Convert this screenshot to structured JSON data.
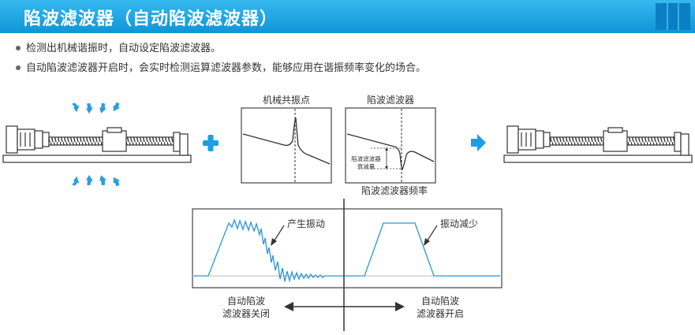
{
  "header": {
    "title": "陷波滤波器（自动陷波滤波器）"
  },
  "bullets": [
    "检测出机械谐振时，自动设定陷波滤波器。",
    "自动陷波滤波器开启时，会实时检测运算滤波器参数，能够应用在谐振频率变化的场合。"
  ],
  "panels": {
    "mechanical_resonance": "机械共振点",
    "notch_filter": "陷波滤波器",
    "attenuation_label_line1": "陷波滤波器",
    "attenuation_label_line2": "衰减量",
    "notch_frequency": "陷波滤波器频率"
  },
  "waveform": {
    "vibration_occurs": "产生振动",
    "vibration_reduced": "振动减少",
    "off_label_line1": "自动陷波",
    "off_label_line2": "滤波器关闭",
    "on_label_line1": "自动陷波",
    "on_label_line2": "滤波器开启"
  },
  "colors": {
    "accent_blue": "#1a9fe3",
    "waveform_blue": "#2a95d8",
    "gray_line": "#444444",
    "title_text": "#ffffff"
  },
  "icons": [
    "vibration-arrow-icon",
    "plus-icon",
    "arrow-right-icon",
    "ball-screw-stage-icon",
    "double-arrow-icon"
  ]
}
